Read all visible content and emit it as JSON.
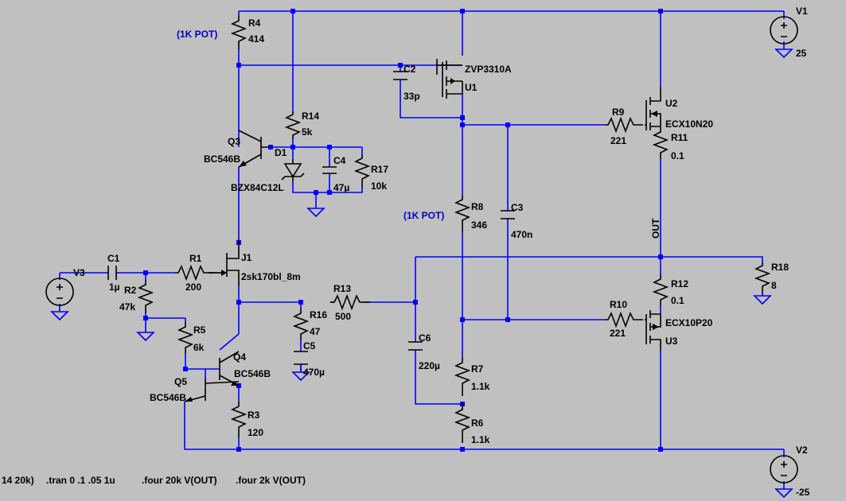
{
  "components": {
    "R4": {
      "name": "R4",
      "value": "414",
      "note": "(1K POT)"
    },
    "R14": {
      "name": "R14",
      "value": "5k"
    },
    "D1": {
      "name": "D1",
      "value": "BZX84C12L"
    },
    "C4": {
      "name": "C4",
      "value": "47µ"
    },
    "R17": {
      "name": "R17",
      "value": "10k"
    },
    "C2": {
      "name": "C2",
      "value": "33p"
    },
    "U1": {
      "name": "U1",
      "value": "ZVP3310A"
    },
    "Q3": {
      "name": "Q3",
      "value": "BC546B"
    },
    "U2": {
      "name": "U2",
      "value": "ECX10N20"
    },
    "R9": {
      "name": "R9",
      "value": "221"
    },
    "R11": {
      "name": "R11",
      "value": "0.1"
    },
    "V1": {
      "name": "V1",
      "value": "25"
    },
    "R8": {
      "name": "R8",
      "value": "346",
      "note": "(1K POT)"
    },
    "C3": {
      "name": "C3",
      "value": "470n"
    },
    "J1": {
      "name": "J1",
      "value": "2sk170bl_8m"
    },
    "C1": {
      "name": "C1",
      "value": "1µ"
    },
    "V3": {
      "name": "V3"
    },
    "R1": {
      "name": "R1",
      "value": "200"
    },
    "R2": {
      "name": "R2",
      "value": "47k"
    },
    "R13": {
      "name": "R13",
      "value": "500"
    },
    "R16": {
      "name": "R16",
      "value": "47"
    },
    "C5": {
      "name": "C5",
      "value": "470µ"
    },
    "R5": {
      "name": "R5",
      "value": "6k"
    },
    "Q4": {
      "name": "Q4",
      "value": "BC546B"
    },
    "Q5": {
      "name": "Q5",
      "value": "BC546B"
    },
    "R3": {
      "name": "R3",
      "value": "120"
    },
    "C6": {
      "name": "C6",
      "value": "220µ"
    },
    "R7": {
      "name": "R7",
      "value": "1.1k"
    },
    "R6": {
      "name": "R6",
      "value": "1.1k"
    },
    "R18": {
      "name": "R18",
      "value": "8"
    },
    "R12": {
      "name": "R12",
      "value": "0.1"
    },
    "R10": {
      "name": "R10",
      "value": "221"
    },
    "U3": {
      "name": "U3",
      "value": "ECX10P20"
    },
    "V2": {
      "name": "V2",
      "value": "-25"
    }
  },
  "net_labels": {
    "out": "OUT"
  },
  "directives": {
    "d1": "14 20k)",
    "d2": ".tran 0 .1 .05 1u",
    "d3": ".four 20k V(OUT)",
    "d4": ".four 2k V(OUT)"
  },
  "colors": {
    "background": "#c0c0c0",
    "wire": "#0000ff",
    "component": "#000000",
    "annotation": "#0000cc"
  }
}
